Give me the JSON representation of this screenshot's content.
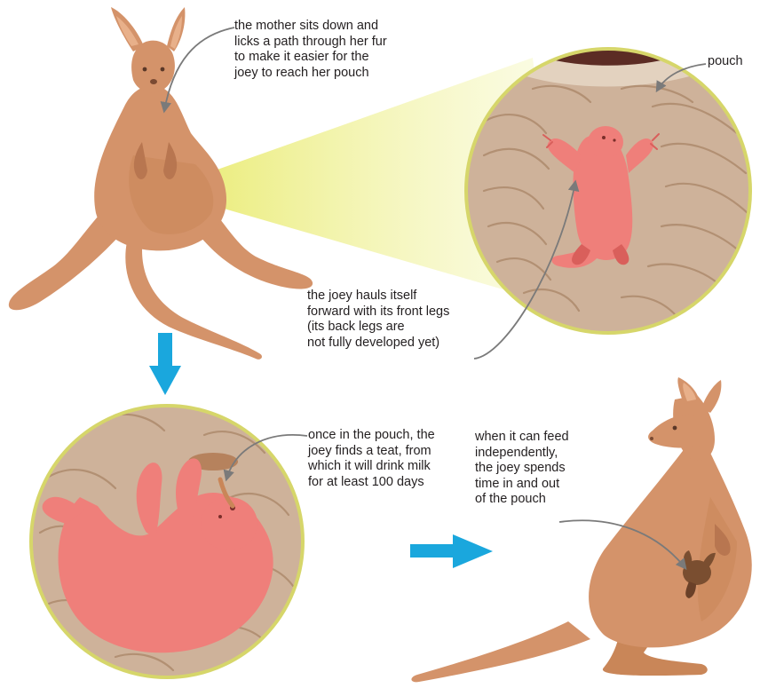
{
  "labels": {
    "mother": "the mother sits down and\nlicks a path through her fur\nto make it easier for the\njoey to reach her pouch",
    "pouch": "pouch",
    "hauls": "the joey hauls itself\nforward with its front legs\n(its back legs are\nnot fully developed yet)",
    "teat": "once in the pouch, the\njoey finds a teat, from\nwhich it will drink milk\nfor at least 100 days",
    "feed": "when it can feed\nindependently,\nthe joey spends\ntime in and out\nof the pouch"
  },
  "colors": {
    "kangaroo": "#d4936a",
    "kangaroo_shadow": "#b87650",
    "kangaroo_inner_ear": "#e8b08a",
    "joey": "#ef7f7a",
    "joey_dark": "#d95f5b",
    "pouch_fur": "#ceb29a",
    "pouch_fur_light": "#e3d2bf",
    "pouch_streak": "#a88466",
    "pouch_opening": "#5c2c24",
    "circle_border": "#d6d66a",
    "zoom_beam": "#eef18a",
    "arrow": "#1aa7dd",
    "pointer": "#7a7a7a",
    "text": "#231f20"
  }
}
